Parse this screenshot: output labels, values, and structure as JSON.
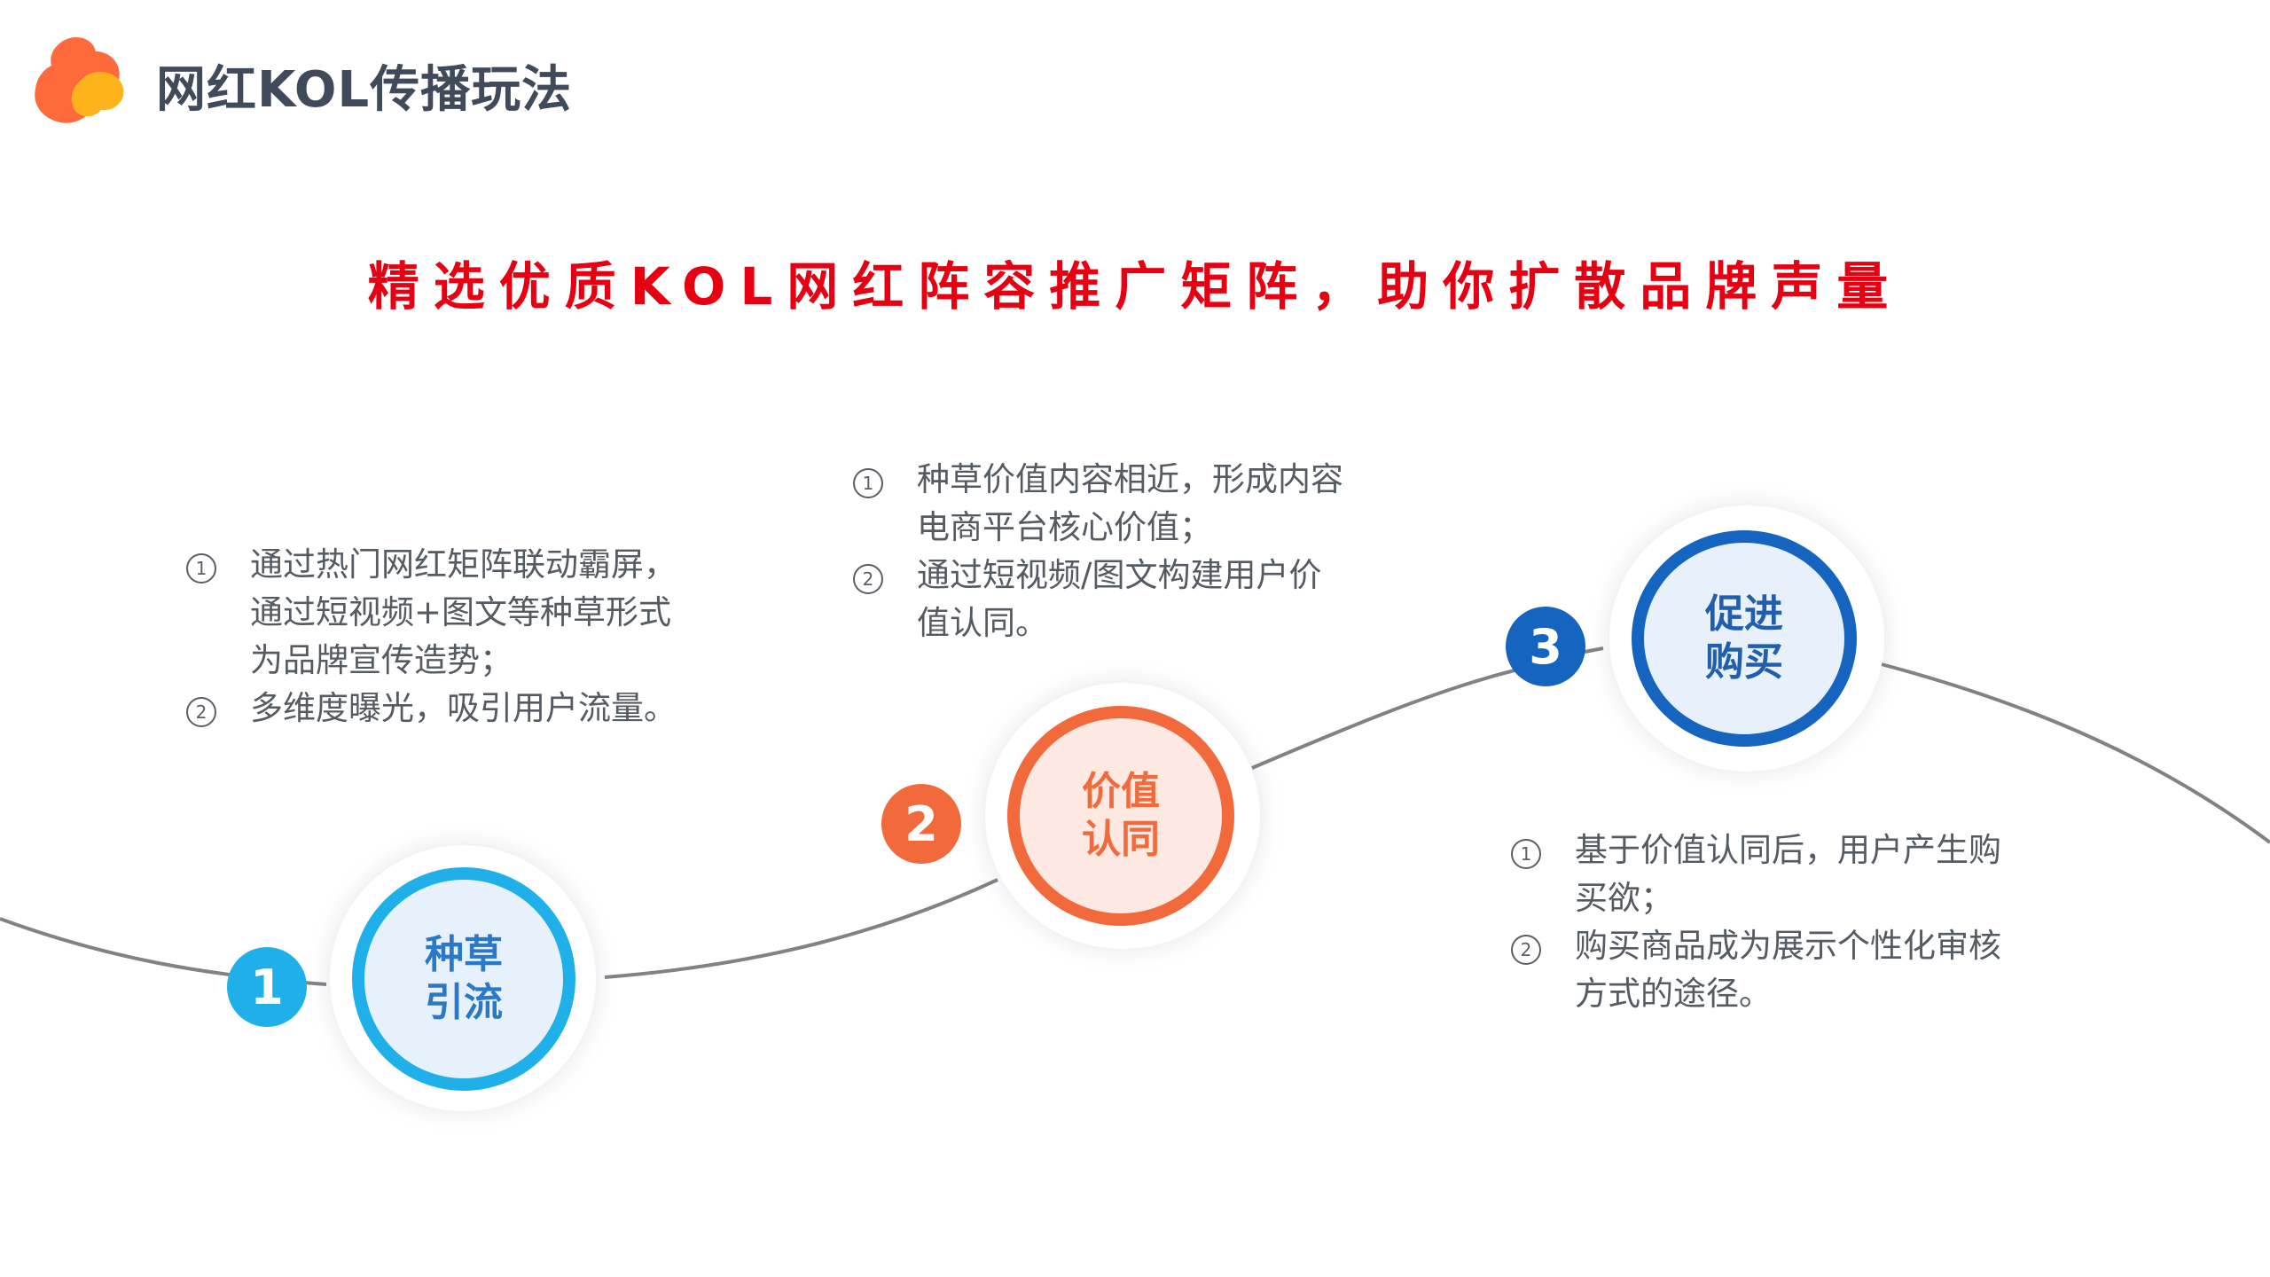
{
  "header": {
    "title": "网红KOL传播玩法"
  },
  "headline": "精选优质KOL网红阵容推广矩阵，助你扩散品牌声量",
  "colors": {
    "step1": "#1fb0ea",
    "step2": "#f26a3c",
    "step3": "#1565c0",
    "headline": "#e60012"
  },
  "steps": [
    {
      "badge": "1",
      "title_lines": [
        "种草",
        "引流"
      ],
      "items": [
        {
          "marker": "1",
          "lines": [
            "通过热门网红矩阵联动霸屏，",
            "通过短视频+图文等种草形式",
            "为品牌宣传造势；"
          ]
        },
        {
          "marker": "2",
          "lines": [
            "多维度曝光，吸引用户流量。"
          ]
        }
      ]
    },
    {
      "badge": "2",
      "title_lines": [
        "价值",
        "认同"
      ],
      "items": [
        {
          "marker": "1",
          "lines": [
            "种草价值内容相近，形成内容",
            "电商平台核心价值；"
          ]
        },
        {
          "marker": "2",
          "lines": [
            "通过短视频/图文构建用户价",
            "值认同。"
          ]
        }
      ]
    },
    {
      "badge": "3",
      "title_lines": [
        "促进",
        "购买"
      ],
      "items": [
        {
          "marker": "1",
          "lines": [
            "基于价值认同后，用户产生购",
            "买欲；"
          ]
        },
        {
          "marker": "2",
          "lines": [
            "购买商品成为展示个性化审核",
            "方式的途径。"
          ]
        }
      ]
    }
  ]
}
